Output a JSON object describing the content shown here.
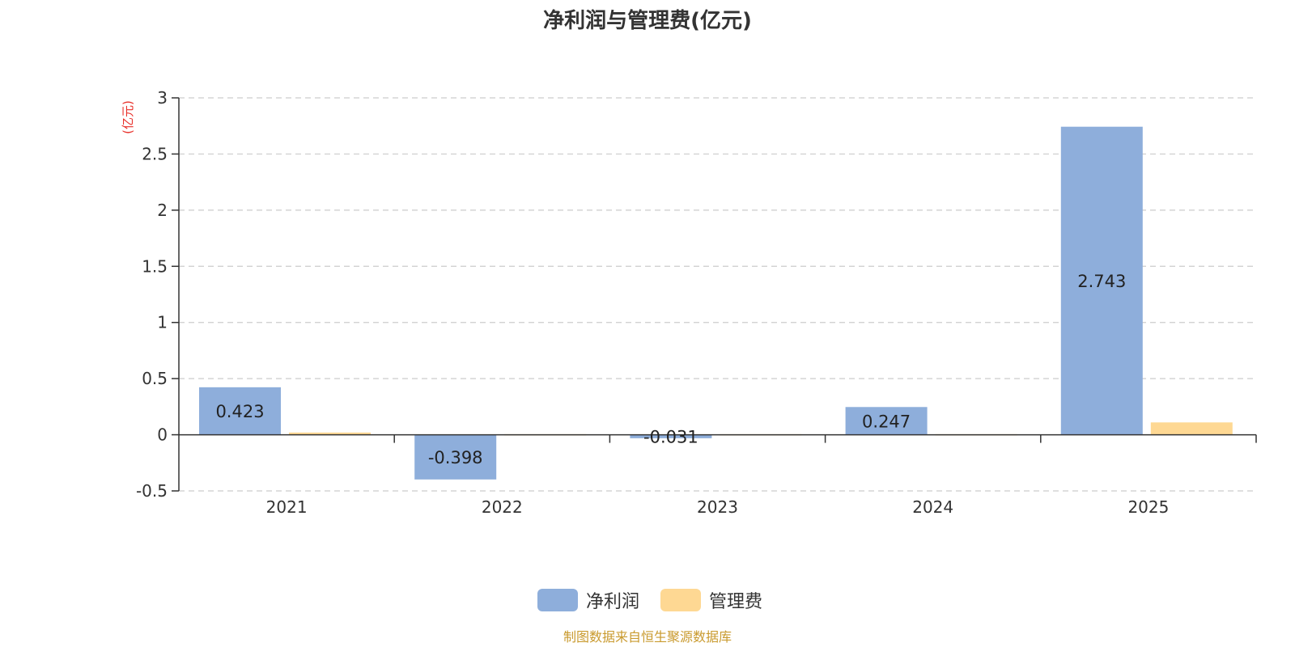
{
  "chart_data": {
    "type": "bar",
    "title": "净利润与管理费(亿元)",
    "unit_label": "(亿元)",
    "categories": [
      "2021",
      "2022",
      "2023",
      "2024",
      "2025"
    ],
    "series": [
      {
        "name": "净利润",
        "values": [
          0.423,
          -0.398,
          -0.031,
          0.247,
          2.743
        ],
        "labels": [
          "0.423",
          "-0.398",
          "-0.031",
          "0.247",
          "2.743"
        ],
        "color": "#8eaedb"
      },
      {
        "name": "管理费",
        "values": [
          0.02,
          0.005,
          0.005,
          0.005,
          0.11
        ],
        "color": "#fed893"
      }
    ],
    "ylim": [
      -0.5,
      3
    ],
    "yticks": [
      -0.5,
      0,
      0.5,
      1,
      1.5,
      2,
      2.5,
      3
    ],
    "ytick_labels": [
      "-0.5",
      "0",
      "0.5",
      "1",
      "1.5",
      "2",
      "2.5",
      "3"
    ],
    "grid": true,
    "legend_position": "bottom",
    "source": "制图数据来自恒生聚源数据库"
  }
}
